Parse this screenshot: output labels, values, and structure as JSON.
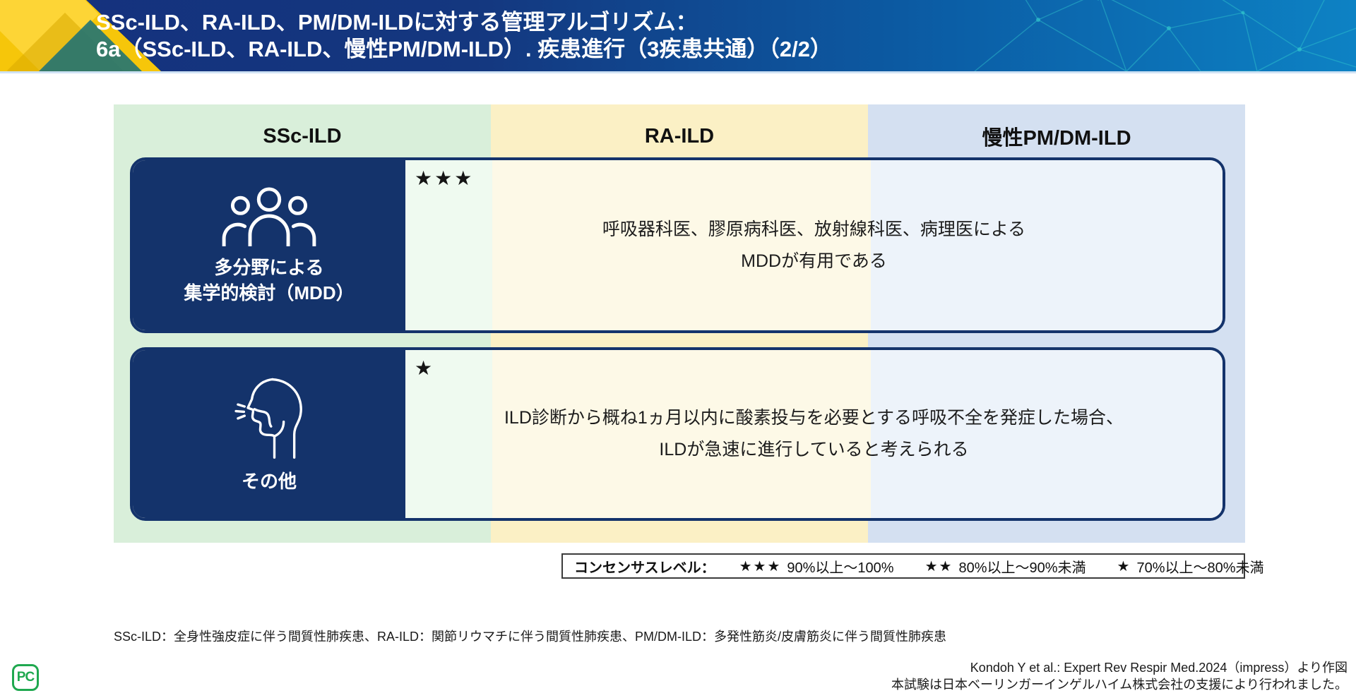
{
  "header": {
    "title_line1": "SSc-ILD、RA-ILD、PM/DM-ILDに対する管理アルゴリズム：",
    "title_line2": "6a（SSc-ILD、RA-ILD、慢性PM/DM-ILD）. 疾患進行（3疾患共通）（2/2）"
  },
  "table": {
    "columns": [
      {
        "label": "SSc-ILD"
      },
      {
        "label": "RA-ILD"
      },
      {
        "label": "慢性PM/DM-ILD"
      }
    ],
    "rows": [
      {
        "icon": "team-icon",
        "category_line1": "多分野による",
        "category_line2": "集学的検討（MDD）",
        "stars": "★★★",
        "text_line1": "呼吸器科医、膠原病科医、放射線科医、病理医による",
        "text_line2": "MDDが有用である"
      },
      {
        "icon": "cough-icon",
        "category_line1": "その他",
        "category_line2": "",
        "stars": "★",
        "text_line1": "ILD診断から概ね1ヵ月以内に酸素投与を必要とする呼吸不全を発症した場合、",
        "text_line2": "ILDが急速に進行していると考えられる"
      }
    ]
  },
  "legend": {
    "label": "コンセンサスレベル：",
    "items": [
      {
        "stars": "★★★",
        "range": "90%以上～100%"
      },
      {
        "stars": "★★",
        "range": "80%以上～90%未満"
      },
      {
        "stars": "★",
        "range": "70%以上～80%未満"
      }
    ]
  },
  "footnote": "SSc-ILD：全身性強皮症に伴う間質性肺疾患、RA-ILD：関節リウマチに伴う間質性肺疾患、PM/DM-ILD：多発性筋炎/皮膚筋炎に伴う間質性肺疾患",
  "citation": {
    "line1": "Kondoh Y et al.: Expert Rev Respir Med.2024（impress）より作図",
    "line2": "本試験は日本ベーリンガーインゲルハイム株式会社の支援により行われました。"
  },
  "logo": {
    "text": "PC"
  },
  "colors": {
    "header_gradient_left": "#15317d",
    "header_gradient_right": "#0d82c4",
    "ribbon_yellow": "#f6c60a",
    "ribbon_teal": "#1c7276",
    "network_teal": "#35cfcf",
    "band_green": "#d9efda",
    "band_yellow": "#fbf0c5",
    "band_blue": "#d4e0f1",
    "row_pale_green": "#effaf0",
    "row_pale_cream": "#fdf9e7",
    "row_pale_blue": "#edf3fa",
    "navy": "#14336b",
    "star_black": "#151515",
    "logo_green": "#1fa84f"
  }
}
